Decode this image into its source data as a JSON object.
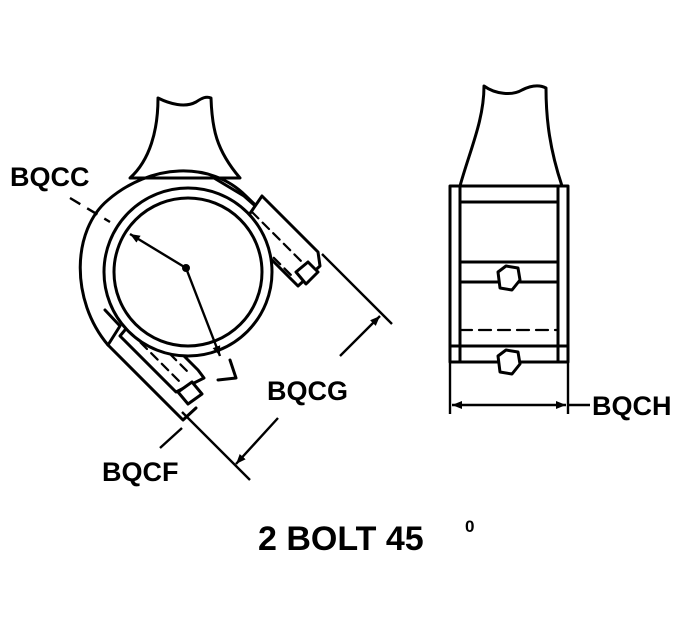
{
  "labels": {
    "bqcc": "BQCC",
    "bqcg": "BQCG",
    "bqcf": "BQCF",
    "bqch": "BQCH"
  },
  "title": {
    "main": "2 BOLT 45",
    "superscript": "0"
  },
  "colors": {
    "stroke": "#000000",
    "background": "#ffffff"
  }
}
